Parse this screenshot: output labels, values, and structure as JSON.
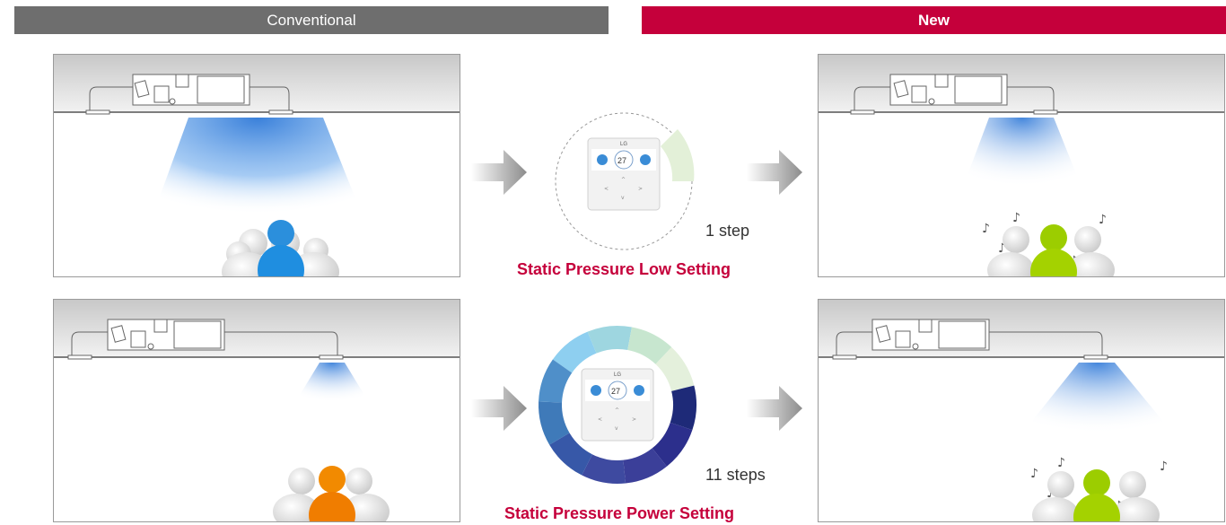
{
  "headers": {
    "conventional": "Conventional",
    "new": "New"
  },
  "low": {
    "steps_label": "1 step",
    "caption": "Static Pressure Low Setting"
  },
  "power": {
    "steps_label": "11 steps",
    "caption": "Static Pressure Power Setting"
  },
  "remote": {
    "temp": "27",
    "brand": "LG"
  },
  "colors": {
    "conventional": "#6e6e6e",
    "new": "#c5003b",
    "person_blue": "#1f8ee0",
    "person_orange": "#f28a00",
    "person_green": "#9ccd00",
    "ring": [
      "#8ecff0",
      "#9ed6e0",
      "#c7e6cf",
      "#e4f0dc",
      "#1e2a78",
      "#2c2f8c",
      "#3b3f99",
      "#3e4aa0",
      "#3758a8",
      "#3f7ab9",
      "#4f8fc9"
    ]
  }
}
